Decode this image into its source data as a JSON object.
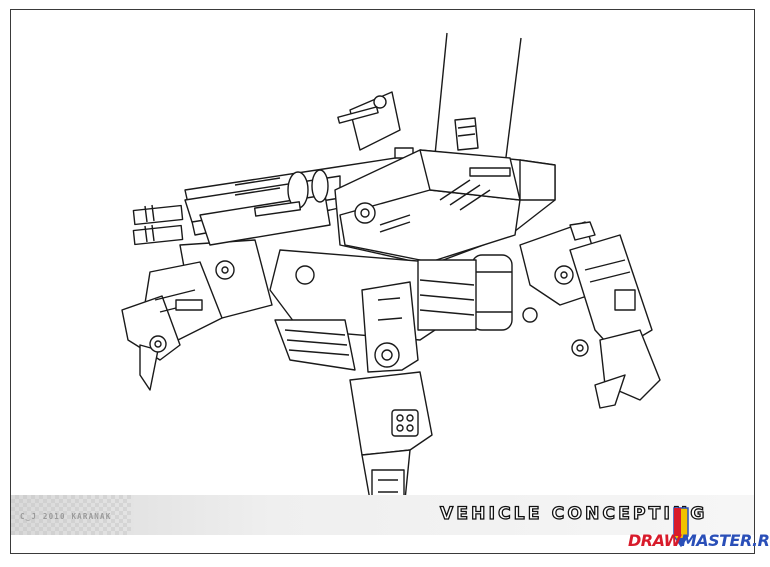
{
  "image": {
    "copyright": "C‿J 2010 KARANAK",
    "title": "VEHICLE CONCEPTING",
    "brand": {
      "part1": "DRAW",
      "part2": "MASTER.RU"
    },
    "colors": {
      "line": "#1a1a1a",
      "brand_red": "#d81b2b",
      "brand_blue": "#2a4fb8"
    }
  }
}
